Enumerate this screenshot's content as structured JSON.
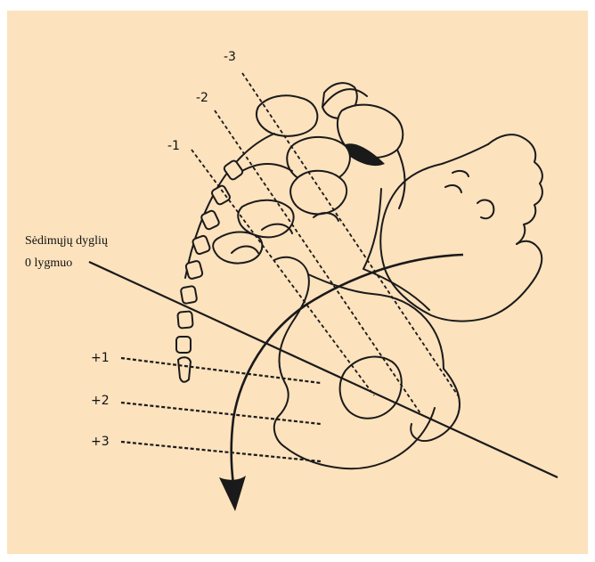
{
  "figure": {
    "background_color": "#fce2bd",
    "ischial_spine_label": "Sėdimųjų dyglių",
    "zero_level_label": "0 lygmuo",
    "station_labels_above": [
      "-3",
      "-2",
      "-1"
    ],
    "station_labels_below": [
      "+1",
      "+2",
      "+3"
    ]
  }
}
